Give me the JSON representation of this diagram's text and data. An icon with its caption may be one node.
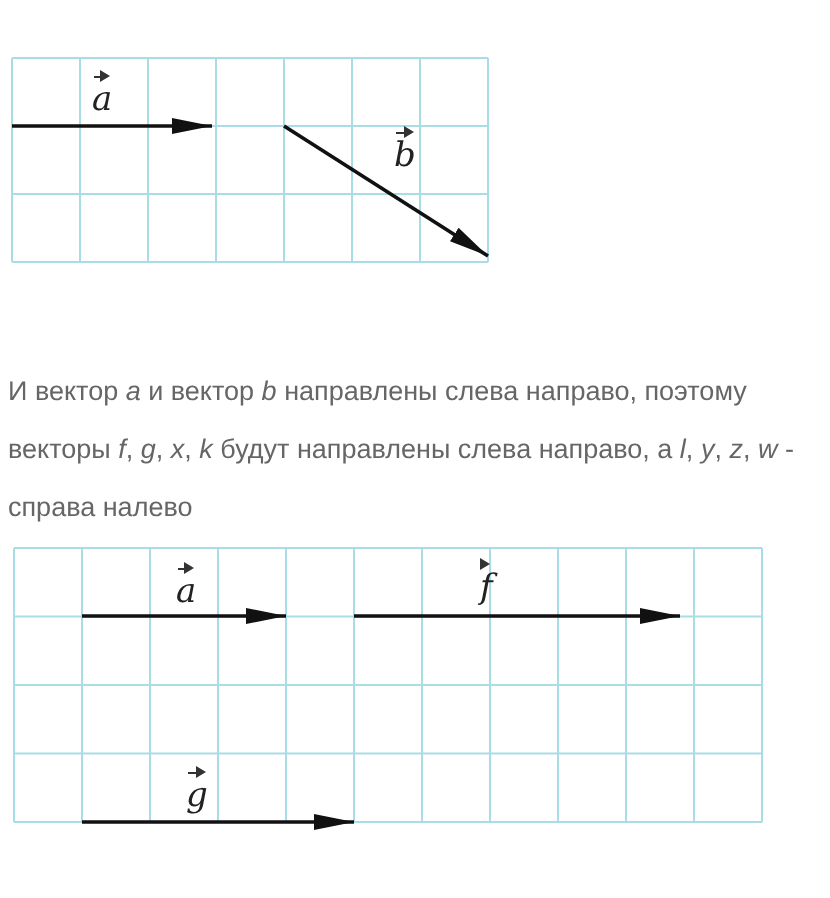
{
  "diagram": {
    "labels": [
      "a",
      "b",
      "И вектор *a* и вектор *b* направлены слева направо, поэтому векторы *f*, *g*, *x*, *k* будут направлены слева направо, а *l*, *y*, *z*, *w* - справа налево",
      "a",
      "f",
      "g"
    ]
  }
}
